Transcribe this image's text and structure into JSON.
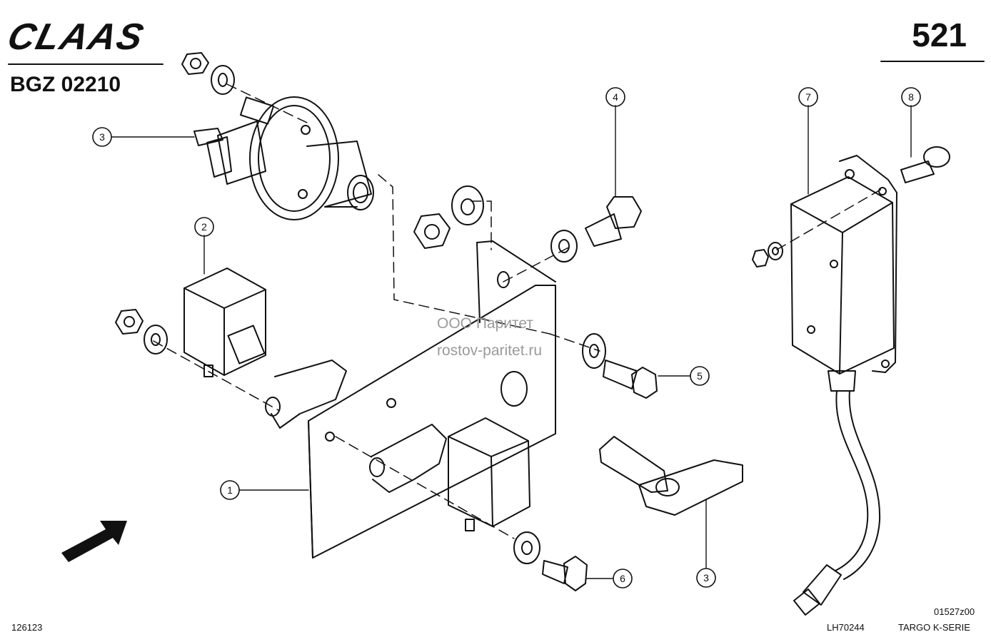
{
  "header": {
    "brand": "CLAAS",
    "doc_code": "BGZ 02210",
    "page_number": "521"
  },
  "watermark": {
    "line1": "ООО Паритет",
    "line2": "rostov-paritet.ru"
  },
  "footer": {
    "left_code": "126123",
    "center_code": "LH70244",
    "drawing_code": "01527z00",
    "series": "TARGO K-SERIE"
  },
  "callouts": [
    {
      "label": "1"
    },
    {
      "label": "2"
    },
    {
      "label": "3"
    },
    {
      "label": "4"
    },
    {
      "label": "5"
    },
    {
      "label": "6"
    },
    {
      "label": "3"
    },
    {
      "label": "7"
    },
    {
      "label": "8"
    }
  ]
}
